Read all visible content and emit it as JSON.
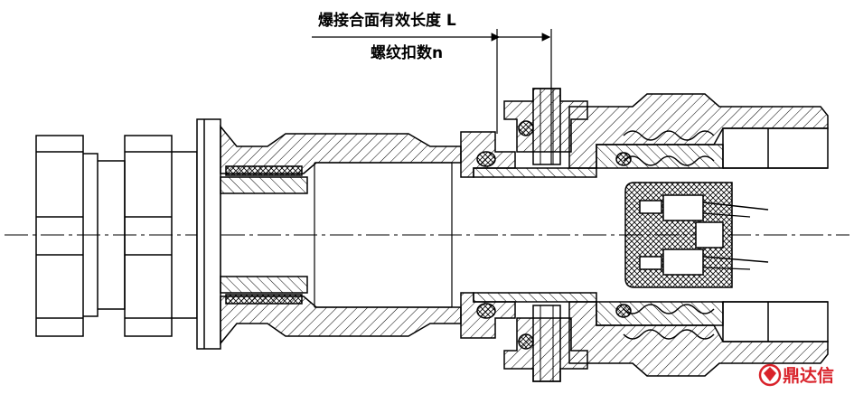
{
  "labels": {
    "explosion_joint_length": "爆接合面有效长度 L",
    "thread_count": "螺纹扣数n"
  },
  "logo": {
    "text": "鼎达信",
    "color": "#d9222a"
  },
  "colors": {
    "line": "#000000",
    "background": "#ffffff"
  }
}
